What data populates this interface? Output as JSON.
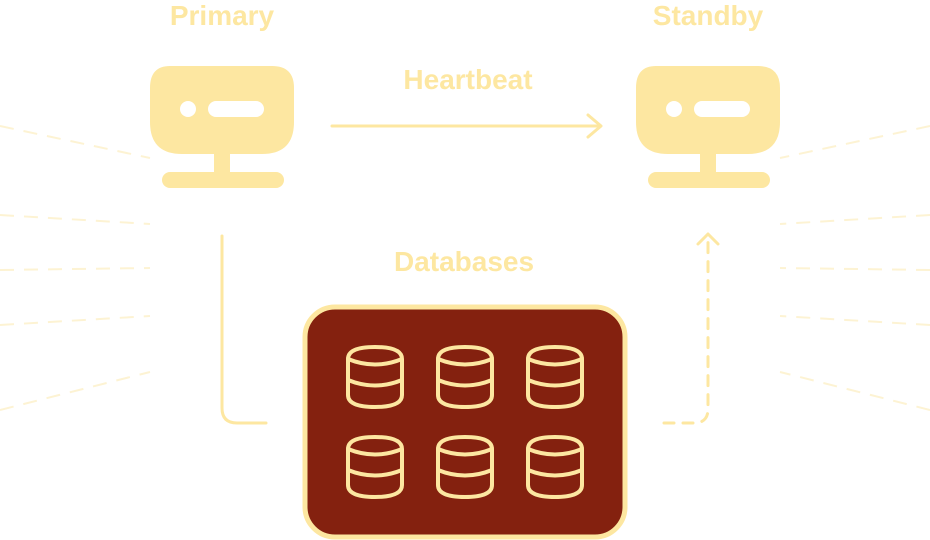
{
  "labels": {
    "primary": "Primary",
    "standby": "Standby",
    "heartbeat": "Heartbeat",
    "databases": "Databases"
  },
  "colors": {
    "accent": "#fde7a1",
    "panel_fill": "#84210f",
    "dashed_rays": "#fdf3d3"
  },
  "icons": {
    "primary_node": "server-monitor-icon",
    "standby_node": "server-monitor-icon",
    "database": "database-cylinder-icon"
  },
  "database_count": 6
}
